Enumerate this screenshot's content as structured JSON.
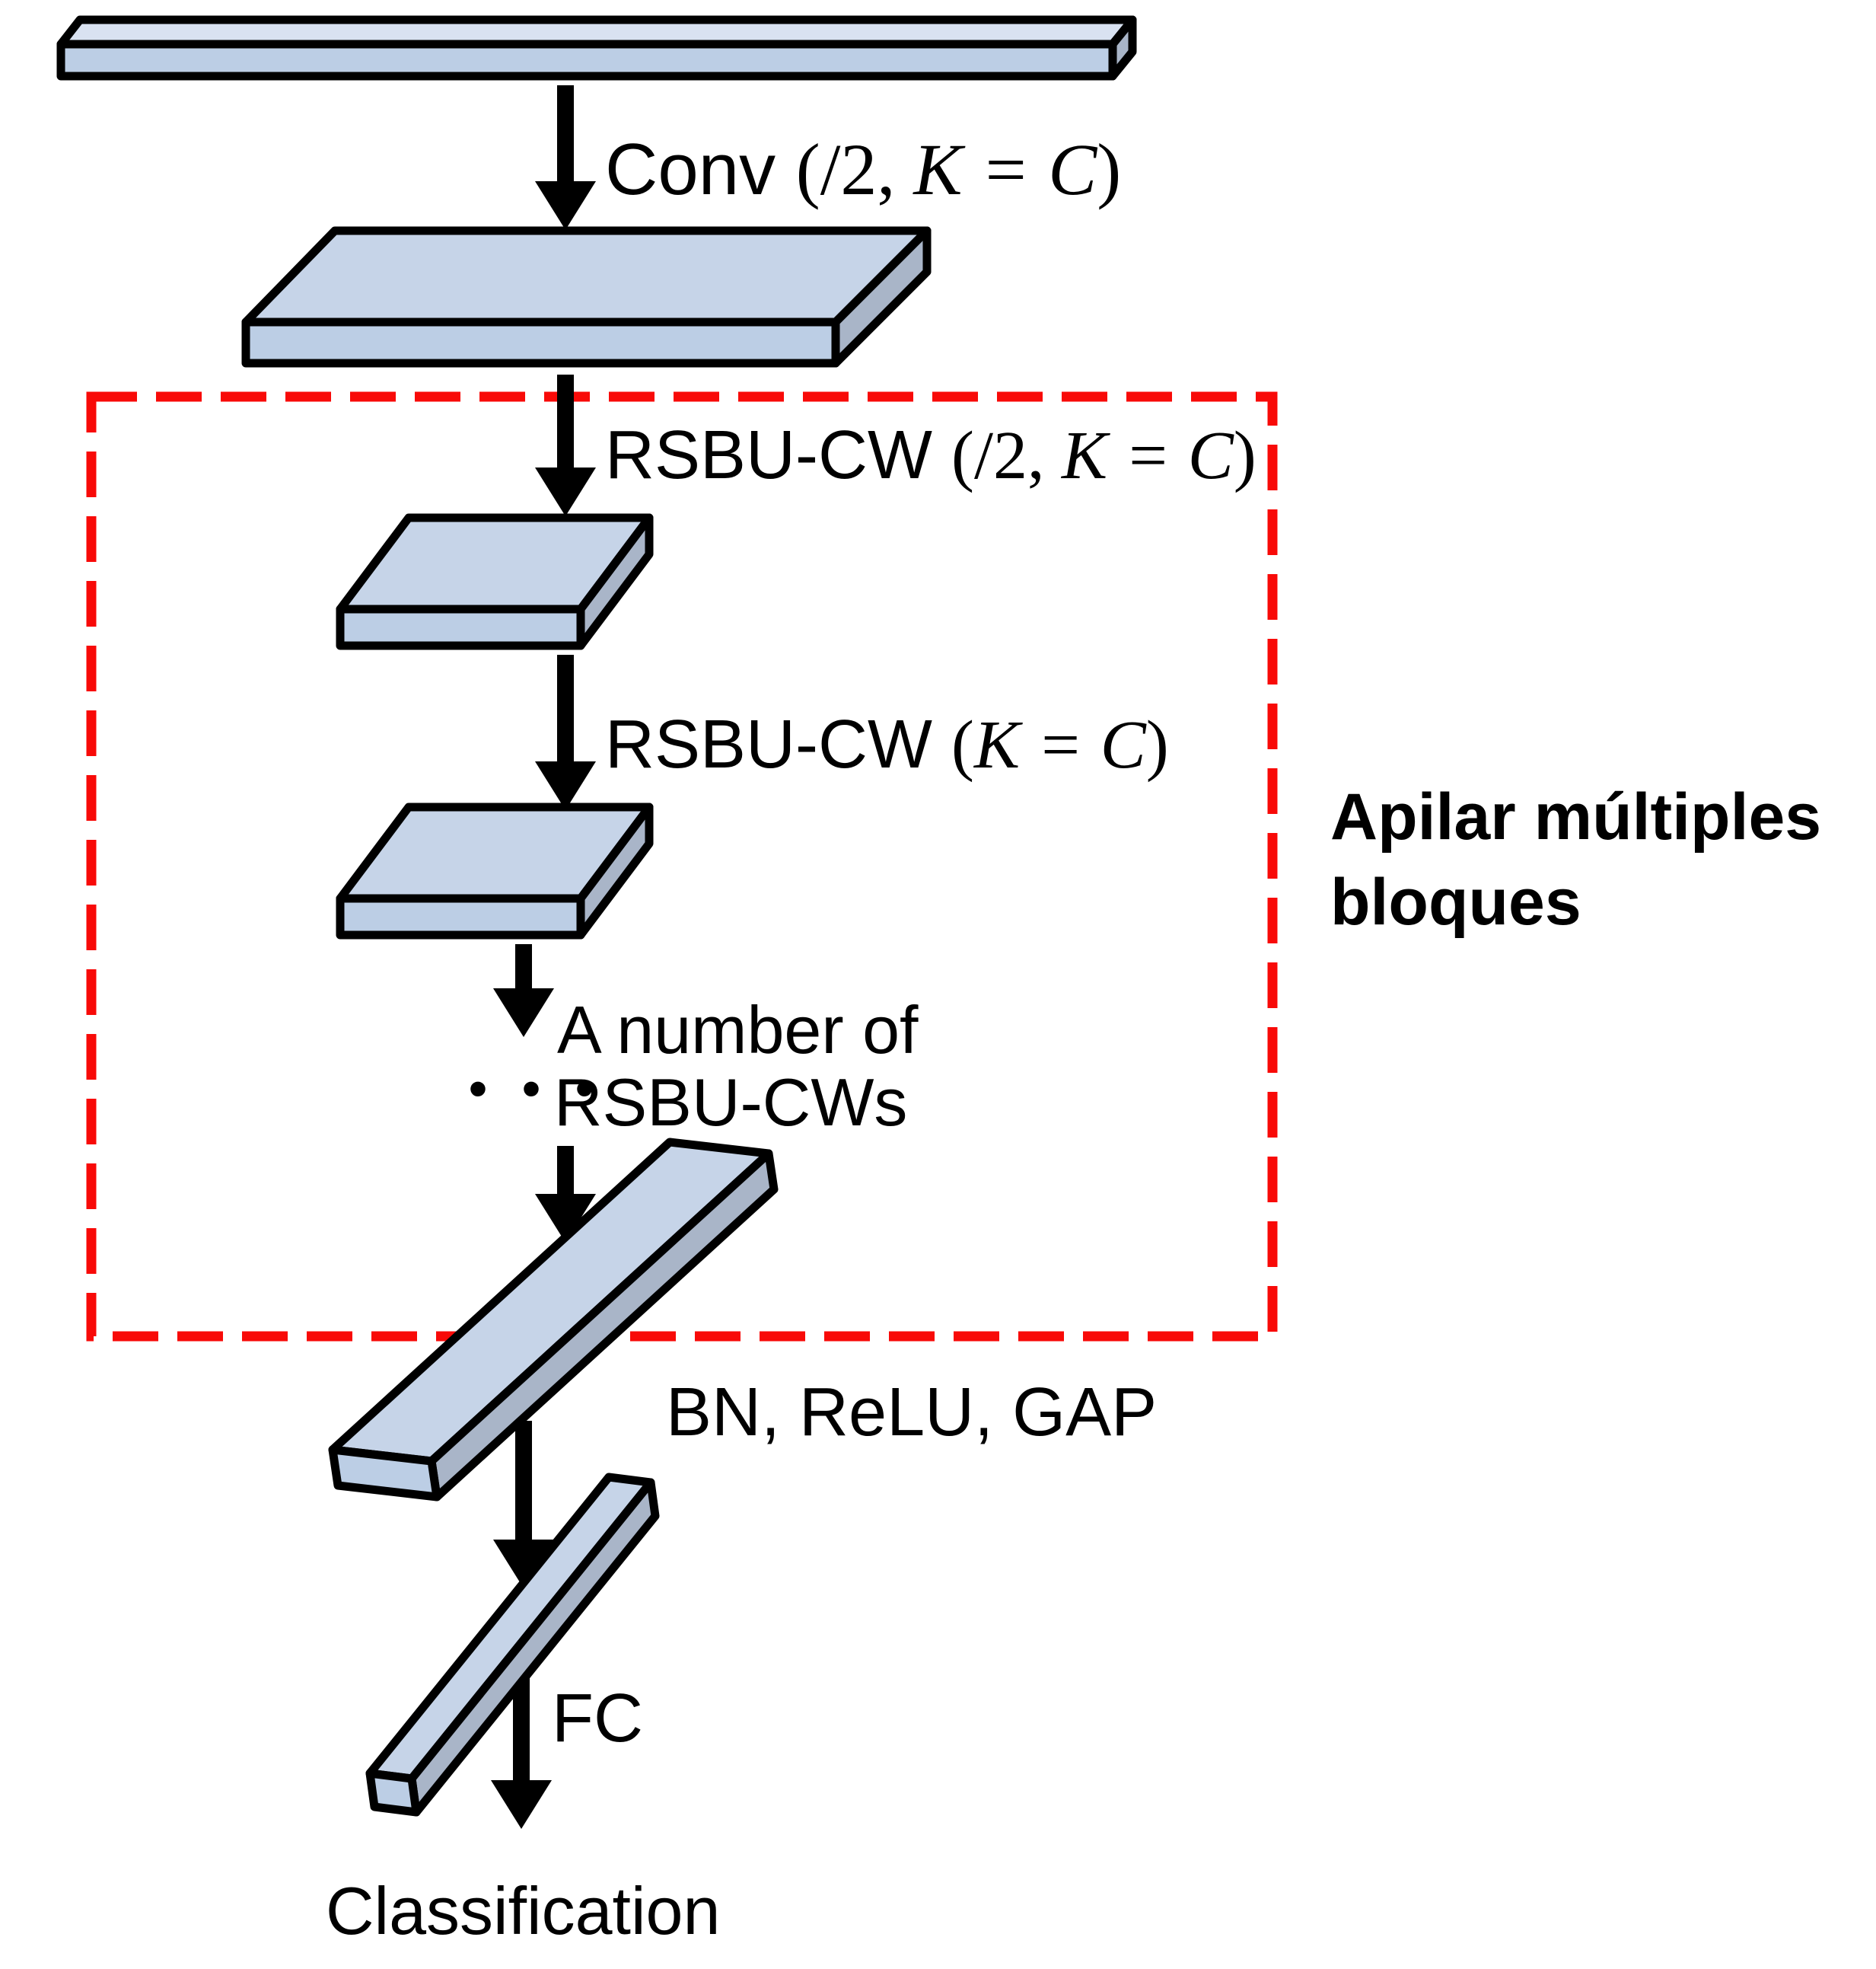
{
  "diagram": {
    "title_semantic": "Deep residual shrinkage network architecture (RSBU-CW stack)",
    "colors": {
      "background": "#ffffff",
      "face": "#c6d4e8",
      "face_top": "#d9e2f1",
      "face_front": "#bccee5",
      "face_side": "#a9b5c8",
      "outline": "#000000",
      "red": "#f80a08"
    },
    "labels": {
      "conv": {
        "name": "Conv ",
        "open": "(/2, ",
        "math": "K = C",
        "close": ")"
      },
      "rsbu_downsample": {
        "name": "RSBU-CW ",
        "open": "(/2, ",
        "math": "K = C",
        "close": ")"
      },
      "rsbu": {
        "name": "RSBU-CW ",
        "open": "(",
        "math": "K = C",
        "close": ")"
      },
      "stack_note_line1": "A number of",
      "stack_note_dots": "· · ·",
      "stack_note_line2": "RSBU-CWs",
      "bn_relu_gap": "BN, ReLU, GAP",
      "fc": "FC",
      "classification": "Classification",
      "annotation_line1": "Apilar múltiples",
      "annotation_line2": "bloques"
    }
  }
}
